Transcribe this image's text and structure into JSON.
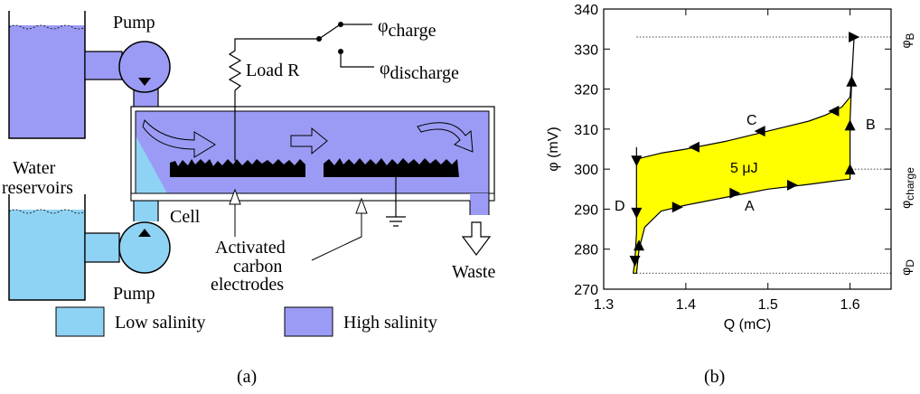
{
  "colors": {
    "low_salinity": "#8fd3f4",
    "high_salinity": "#9b9bf5",
    "cycle_fill": "#ffff00",
    "line": "#000000"
  },
  "panel_a": {
    "caption": "(a)",
    "pump_top": "Pump",
    "pump_bottom": "Pump",
    "water_reservoirs_line1": "Water",
    "water_reservoirs_line2": "reservoirs",
    "cell": "Cell",
    "load": "Load R",
    "phi_charge_symbol": "φ",
    "phi_charge_sub": "charge",
    "phi_discharge_symbol": "φ",
    "phi_discharge_sub": "discharge",
    "electrodes_line1": "Activated",
    "electrodes_line2": "carbon",
    "electrodes_line3": "electrodes",
    "waste": "Waste",
    "legend_low": "Low salinity",
    "legend_high": "High salinity"
  },
  "panel_b": {
    "caption": "(b)",
    "energy_label": "5 μJ",
    "labels": {
      "A": "A",
      "B": "B",
      "C": "C",
      "D": "D"
    },
    "right_labels": [
      {
        "symbol": "φ",
        "sub": "B",
        "value": 333
      },
      {
        "symbol": "φ",
        "sub": "charge",
        "value": 300
      },
      {
        "symbol": "φ",
        "sub": "D",
        "value": 274
      }
    ]
  },
  "chart_data": {
    "type": "line",
    "xlabel": "Q (mC)",
    "ylabel": "φ (mV)",
    "xlim": [
      1.3,
      1.65
    ],
    "ylim": [
      270,
      340
    ],
    "xticks": [
      1.3,
      1.4,
      1.5,
      1.6
    ],
    "xtick_labels": [
      "1.3",
      "1.4",
      "1.5",
      "1.6"
    ],
    "yticks": [
      270,
      280,
      290,
      300,
      310,
      320,
      330,
      340
    ],
    "ytick_labels": [
      "270",
      "280",
      "290",
      "300",
      "310",
      "320",
      "330",
      "340"
    ],
    "grid": false,
    "reference_lines_y": [
      333,
      300,
      274
    ],
    "series": [
      {
        "x": [
          1.34,
          1.343,
          1.35,
          1.37,
          1.4,
          1.45,
          1.5,
          1.55,
          1.58,
          1.6,
          1.6,
          1.6,
          1.602,
          1.605,
          1.603,
          1.6,
          1.59,
          1.57,
          1.55,
          1.5,
          1.45,
          1.4,
          1.37,
          1.34,
          1.34,
          1.34,
          1.338,
          1.336,
          1.34
        ],
        "y": [
          274,
          280,
          285.5,
          289.5,
          291,
          293,
          295,
          296.2,
          297,
          297.5,
          303,
          312,
          322,
          333,
          326,
          318,
          315.5,
          313.5,
          312,
          309.5,
          307,
          305,
          304,
          302.5,
          295,
          284,
          277,
          274,
          274
        ]
      }
    ]
  }
}
